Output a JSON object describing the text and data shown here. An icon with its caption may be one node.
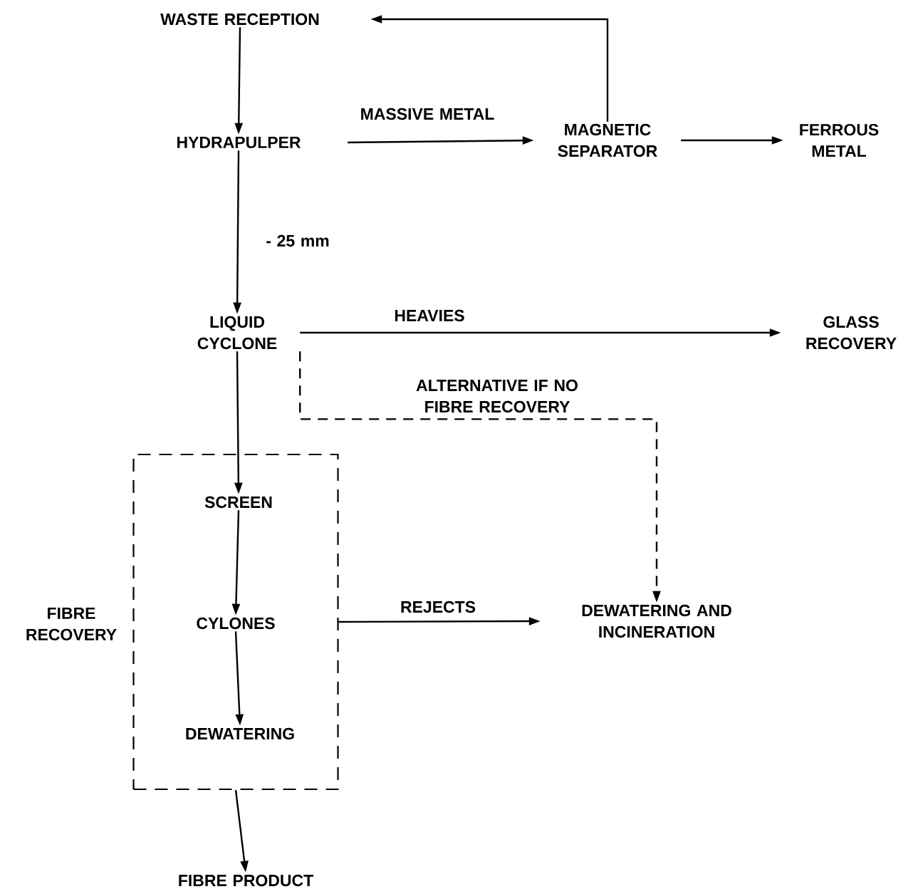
{
  "diagram": {
    "nodes": [
      {
        "text": [
          "WASTE RECEPTION"
        ]
      },
      {
        "text": [
          "HYDRAPULPER"
        ]
      },
      {
        "text": [
          "MAGNETIC SEPARATOR"
        ]
      },
      {
        "text": [
          "FERROUS METAL"
        ]
      },
      {
        "text": [
          "LIQUID CYCLONE"
        ]
      },
      {
        "text": [
          "GLASS RECOVERY"
        ]
      },
      {
        "text": [
          "FIBRE RECOVERY"
        ]
      },
      {
        "text": [
          "SCREEN"
        ],
        "in": 6
      },
      {
        "text": [
          "CYLONES"
        ],
        "in": 6
      },
      {
        "text": [
          "DEWATERING"
        ],
        "in": 6
      },
      {
        "text": [
          "DEWATERING AND INCINERATION"
        ]
      },
      {
        "text": [
          "FIBRE PRODUCT"
        ]
      }
    ],
    "edges": [
      {
        "from": 0,
        "to": 1,
        "arrow": "to"
      },
      {
        "from": 1,
        "to": 2,
        "arrow": "to",
        "label": "MASSIVE METAL"
      },
      {
        "from": 2,
        "to": 0,
        "arrow": "to"
      },
      {
        "from": 2,
        "to": 3,
        "arrow": "to"
      },
      {
        "from": 1,
        "to": 4,
        "arrow": "to",
        "label": "- 25 mm"
      },
      {
        "from": 4,
        "to": 5,
        "arrow": "to",
        "label": "HEAVIES"
      },
      {
        "from": 4,
        "to": 7,
        "arrow": "to"
      },
      {
        "from": 4,
        "to": 10,
        "arrow": "to",
        "style": "dashed",
        "label": "ALTERNATIVE IF NO FIBRE RECOVERY"
      },
      {
        "from": 7,
        "to": 8,
        "arrow": "to"
      },
      {
        "from": 8,
        "to": 9,
        "arrow": "to"
      },
      {
        "from": 6,
        "to": 10,
        "arrow": "to",
        "label": "REJECTS"
      },
      {
        "from": 6,
        "to": 11,
        "arrow": "to"
      }
    ]
  }
}
